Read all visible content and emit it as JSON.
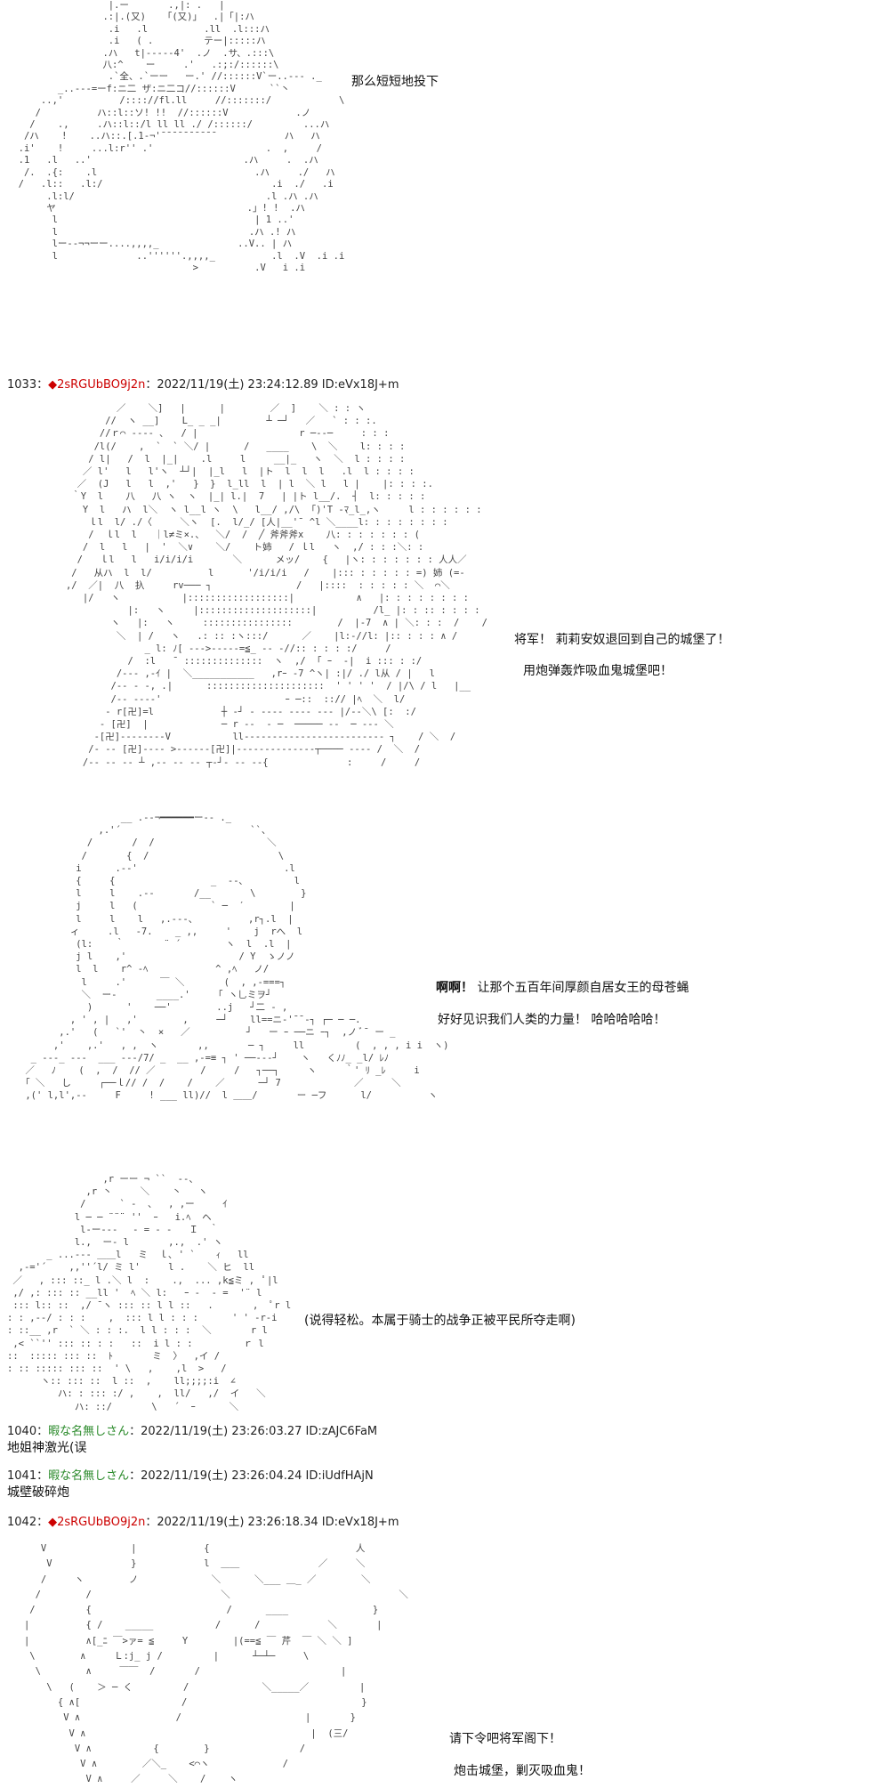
{
  "posts": {
    "p1033": {
      "num": "1033",
      "sep": "：",
      "name": "◆2sRGUbBO9j2n",
      "date": "：2022/11/19(土) 23:24:12.89",
      "id": "ID:eVx18J+m"
    },
    "p1040": {
      "num": "1040",
      "sep": "：",
      "name": "暇な名無しさん",
      "date": "：2022/11/19(土) 23:26:03.27",
      "id": "ID:zAJC6FaM",
      "body": "地姐神激光(误"
    },
    "p1041": {
      "num": "1041",
      "sep": "：",
      "name": "暇な名無しさん",
      "date": "：2022/11/19(土) 23:26:04.24",
      "id": "ID:iUdfHAjN",
      "body": "城壁破碎炮"
    },
    "p1042": {
      "num": "1042",
      "sep": "：",
      "name": "◆2sRGUbBO9j2n",
      "date": "：2022/11/19(土) 23:26:18.34",
      "id": "ID:eVx18J+m"
    }
  },
  "dialog": {
    "d1": "那么短短地投下",
    "d2a": "将军！ 莉莉安奴退回到自己的城堡了！",
    "d2b": "用炮弹轰炸吸血鬼城堡吧！",
    "d3a_bold": "啊啊！",
    "d3a": " 让那个五百年间厚颜自居女王的母苍蝇",
    "d3b": "好好见识我们人类的力量！ 哈哈哈哈哈！",
    "d4": "(说得轻松。本属于骑士的战争正被平民所夺走啊)",
    "d5a": "请下令吧将军阁下！",
    "d5b": "炮击城堡，剿灭吸血鬼！"
  },
  "art": {
    "a1": "                  |.ー       .,|: .   |\n                 .:|.(又)   「(又)」  .|「|:ハ\n                  .i   .l          .ll  .l:::ハ\n                  .i   ( .         テー|:::::ハ\n                 .ハ   t|-----4'  .ノ  .サ、.:::\\\n                 八:^    ー     .'   .:;:/::::::\\\n                  .`全、.`ーー   ー.' //::::::V`ー..--- ._\n         _..---=ーf:ニ二 ザ:ニ二コ//::::::V      ``丶\n      ..,'          /:::://fl.ll     //:::::::/            \\\n     /          ハ::l::ソ! !!  //::::::V            .ノ\n    /    .,     .ハ::l::/l ll ll ./ /::::::/         ...ハ\n   /ハ    !    ..ハ::.[.1-¬'¯¯¯¯¯¯¯¯¯¯            ハ   ハ\n  .i'    !     ...l:r'' .'                    .  ,     /\n  .1   .l   ..'                           .ハ     .  .ハ\n   /.  .{:    .l                            .ハ     ./   ハ\n  /   .l::   .l:/                              .i  ./   .i\n       .l:l/                                  .l .ハ .ハ\n       ヤ                                  .」! !  .ハ\n        l                                   | 1 ..'\n        l                                  .ハ .! ハ\n        lー‐‐¬¬ーー....,,,,_              ..V.. | ハ\n        l              ..''''''.,,,,_          .l  .V  .i .i\n                                 >          .V   i .i",
    "a2": "            ／    ＼]   |      |        ／  ]    ＼ : : ヽ\n          //  ヽ __]    L_ _ _|        ┴ ─┘   ／   ` : : :.\n         //ｒ⌒ ‐--- ､   / |                  r ─--─     : : :\n        /l(/    ,  `  ` ＼/ |      /   ____    \\  ＼    l: : : :\n       / l|   /  l  |_|    .l     l     __|_   ヽ  ＼  l : : : :\n      ／ l'   l   l'ヽ  ┴┘|  |_l   l  |ト  l  l  l   .l  l : : : :\n     ／  (J   l   l  ,'   }  }  l_ll  l  | l  ＼ l   l |    |: : : :.\n    ｀Y  l    八   八 ヽ  ヽ  |_| l.|  7   | |ト l__/.  ┤  l: : : : :\n      Y  l   ハ  l＼  ヽ l__l ヽ  \\   l__/ ,/\\  ｢)'T -ﾏ_l_,ヽ     l : : : : : :\n       ｌl  l/ ./〈     ＼ヽ  [.  l/_/ [人|__'¯ ^l ＼____l: : : : : : : :\n       /  ｌl  l   ｜l≠ミ×.、  ＼/  /  ╱ 斧斧斧x    八: : : : : : : (\n      /  l   l   |  '  ＼∨    ＼/    ト姉   / ｌl   ヽ  ,/ : : :＼: :\n     /   ｌl   l   i/i/i/i       ＼      メッ/    {   |ヽ: : : : : : : 人人／\n    /   从ハ  l  l/          l      '/i/i/i   /    |::: : : : : : =) 姉 (=-\n   ,/  ／|  八  扖     rv─── ┐               /   |::::  : : : : : ＼  ⌒＼\n      |/   ヽ           |::::::::::::::::::|           ∧   |: : : : : : : :\n              |:   ヽ     |::::::::::::::::::::|          /l_ |: : :: : : : :\n           ヽ   |:   ヽ     ::::::::::::::::        /  |-7  ∧ | ＼: : :  /    /\n            ＼  | /   ヽ   .: :: :ヽ:::/      ／    |l:-//l: |:: : : : ∧ /\n                 _ l: ﾉ[ --->-----=≦_ -- -//:: : : : :/     /\n              /  :l   ̄  ::::::::::::::  ヽ  ,/  ｢ ｰ  -|  i ::: : :/\n            /--- ,-ｲ |  ＼___________   ,rｰ -7 ^ヽ| :|/ ./ l从 / |   l\n           /-- - -, .|      :::::::::::::::::::::  ' ' ' '  / |/\\ / l   |__\n           /-- ----'                      ｰ ─::  ::// |ﾍ  ＼  l/\n          - r[卍]=l            ┼ -┘ - ---- ---- --- |/--＼\\ [:  :/\n         - [卍]  |             ─ r --  - ─  ───── --  ─ --- ＼\n        -[卍]--------V           ll------------------------- ┐    / ＼  /\n       /- -- [卍]---- >------[卍]|--------------┬──── ---- /  ＼  /\n      /-- -- -- ┴ ,-- -- -- ┬-┘- -- --{              :     /     /",
    "a3": "                  __ .-‐¬━━━━━━ー‐- ._\n              ,.'´                       ``、\n            /       /  /                    ＼\n           /       {  /                       \\\n          i      .-‐'                          .l\n          {     {                 _  ‐-､         l\n          l     l    .-‐       /__       \\        }\n          j     l   (             ` ─  ′        |\n          l     l    l   ,.--‐、         ,r┐.l  |\n         ィ     .l   -7.    _ ,,     '    j  rへ  l\n          (l:    ｀       ¨ ´        ヽ  l  .l  |\n          j l    ,'                    / Y  ゝノノ\n          l  l    r^ -ﾍ            ^ ,ﾍ   ノ/\n           l     .'      ￣ ＼       (  , ,-===┐\n           ＼  ー-       ____.'     ｢ ヽ乚ミヲ┘\n            )      '    ──'        ..j   ┘二 ‐ ,\n         , ' , |   ,'        ,     ─┘    ll==ニ‐'¯¯‐┐ ┌─ ─ ─.\n       ,.'   (   `'  丶  ×   ／          ┘   ー ｰ ──ニ ｰ┐  ,ノ ﾞ¯ ー _\n      ,'    ,.'   , ,  ヽ       ,,       ─ ┐     ll         (  , , , i i  ヽ)\n  _ ---_ ---  ___ ---/7/ _  __ ,-=≡ ┐ ' ──---┘    ヽ   くﾉﾉ_ _l/ ﾚﾉ\n ／   ﾉ    (  ,  /  // ／        /     /   ┐──┐     ヽ     ｀' ﾘ _ﾚ     i\n ｢ ＼   し     ┌──ｌ// /  /    /    ／      ─┘ 7             ／     ＼\n ,(' l,l',--     F     ! ___ ll)//  l ＿＿/       ー ─フ      l/          ヽ",
    "a4": "                 ,r ーー ¬ ``  -‐、\n              ,r 丶     ＼    丶   ヽ\n             /      ` ‐  、  , ,ー     ｲ\n            l ─ ─ ¨¨¨ ''  ｰ   i.ﾍ  ヘ\n             l‐ー‐‐-　 ‐ = ‐ ‐   Ｉ  ｀\n            l.,  ー‐ l       ,.,  .' ヽ\n       _ ...--- ＿＿l   ミ  ｌ､ ' `　  ｨ   ll\n  ,-='´    ,,''´l/ ミ l'     l .    ＼ ヒ  ll\n ／   , ::: ::_ l .＼ l  :    .,  ... ,k≦ミ ,  ﾟ|l\n ,/ ,: ::: :: __ll '  ﾍ ＼ l:   ｰ ‐  ‐ =  '¨ l\n ::: l:: ::  ,/ ¯ヽ ::: :: l l ::   .       ,  ﾟr l\n: : ,--/ : : :    ,  ::: l l : : :      ' ' ‐r‐i\n: ::__ ,r  ` ＼ : : :.  l l : : :  ＼       r l\n ,< ``'' ::: :: : :   ::  i l : :         ｒ l\n::  ::::: ::: ::  ﾄ       ミ  〉  ,イ /\n: :: ::::: ::: ::  ' \\   ,    ,l  >   /\n      ヽ:: ::: ::  l ::  ,    ll;;;;:i  ∠\n         ハ: : ::: :/ ,    ,  ll/   ,/  イ   ＼\n            ハ: ::/       \\   ´  ｰ      ＼",
    "a5": "      V               |            {                          人\n       V              }            l  ＿＿              ／     ＼\n      /     ヽ        ノ             ＼      ＼___ ＿_ ／        ＼\n     /        /                       ＼                              ＼\n    /         {                        /      ____               }\n   |          { /    _____           /      /            ＼       |\n   |          ∧[_ﾆ ￣>ァ= ≦     Y        |(==≦ ￣ 芹  ￣ ＼ ＼ ]\n    \\        ∧     Ｌ:j_ j /         |      ┴─┴─     \\\n     \\        ∧     ￣￣  /       /                         |\n       \\   (    ＞ ─ く         /             ＼_____／         |\n         { ∧[                  /                               }\n          V ∧                 /                      |       }\n           V ∧                                        |  (三/\n            V ∧           {        }                /\n             V ∧        ／＼_    <⌒ヽ             /\n              V ∧     ／     ＼    /    ヽ"
  }
}
